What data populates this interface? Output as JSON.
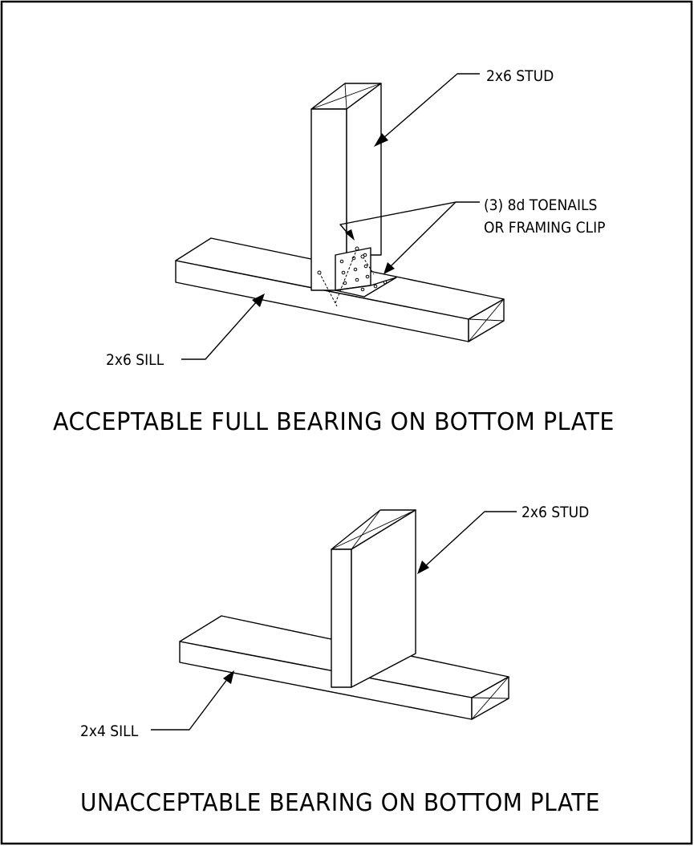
{
  "detail_top": {
    "stud_label": "2x6 STUD",
    "fastener_label_line1": "(3) 8d TOENAILS",
    "fastener_label_line2": "OR FRAMING CLIP",
    "sill_label": "2x6 SILL",
    "title": "ACCEPTABLE FULL BEARING ON BOTTOM PLATE"
  },
  "detail_bottom": {
    "stud_label": "2x6 STUD",
    "sill_label": "2x4 SILL",
    "title": "UNACCEPTABLE BEARING ON BOTTOM PLATE"
  }
}
